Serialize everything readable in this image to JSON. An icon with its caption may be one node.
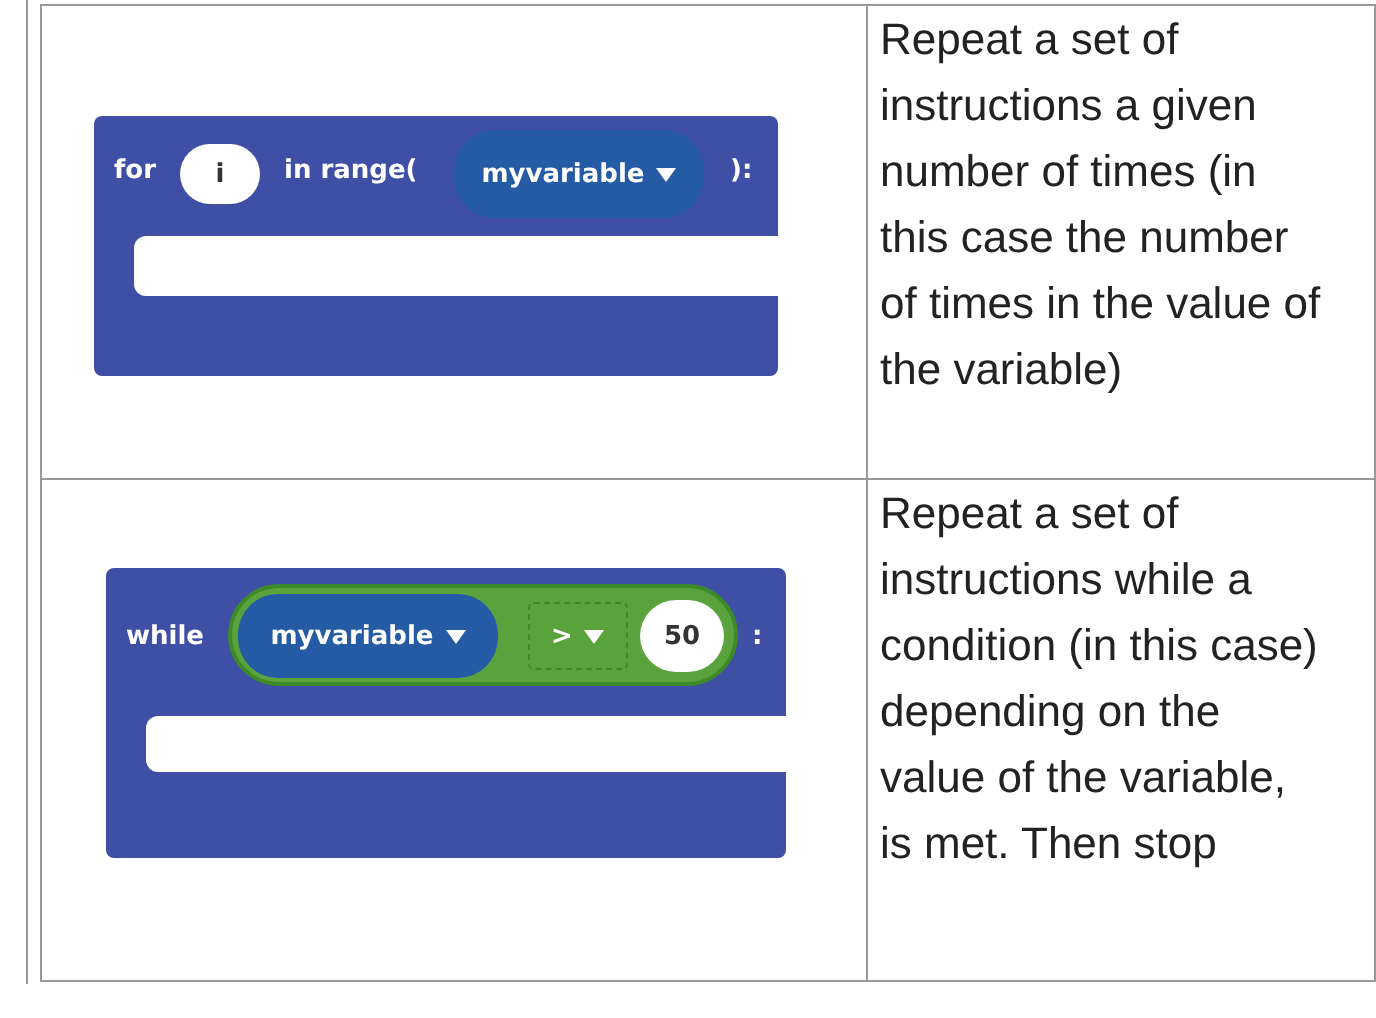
{
  "diagram": {
    "nodes": [
      {
        "text": [
          "for",
          "in range(",
          "):"
        ]
      },
      {
        "text": [
          "i"
        ],
        "in": 0
      },
      {
        "text": [
          "myvariable"
        ],
        "in": 0
      },
      {
        "text": [],
        "shape": "box",
        "in": 0
      },
      {
        "text": [
          "while",
          ":"
        ]
      },
      {
        "text": [],
        "shape": "box",
        "in": 4
      },
      {
        "text": [
          "myvariable"
        ],
        "in": 5
      },
      {
        "text": [
          ">"
        ],
        "in": 5
      },
      {
        "text": [
          "50"
        ],
        "in": 5
      },
      {
        "text": [],
        "shape": "box",
        "in": 4
      }
    ],
    "labels": [
      "Repeat a set of instructions a given number of times (in this case the number of times in the value of the variable)",
      "Repeat a set of instructions while a condition (in this case) depending on the value of the variable, is met. Then stop"
    ]
  }
}
